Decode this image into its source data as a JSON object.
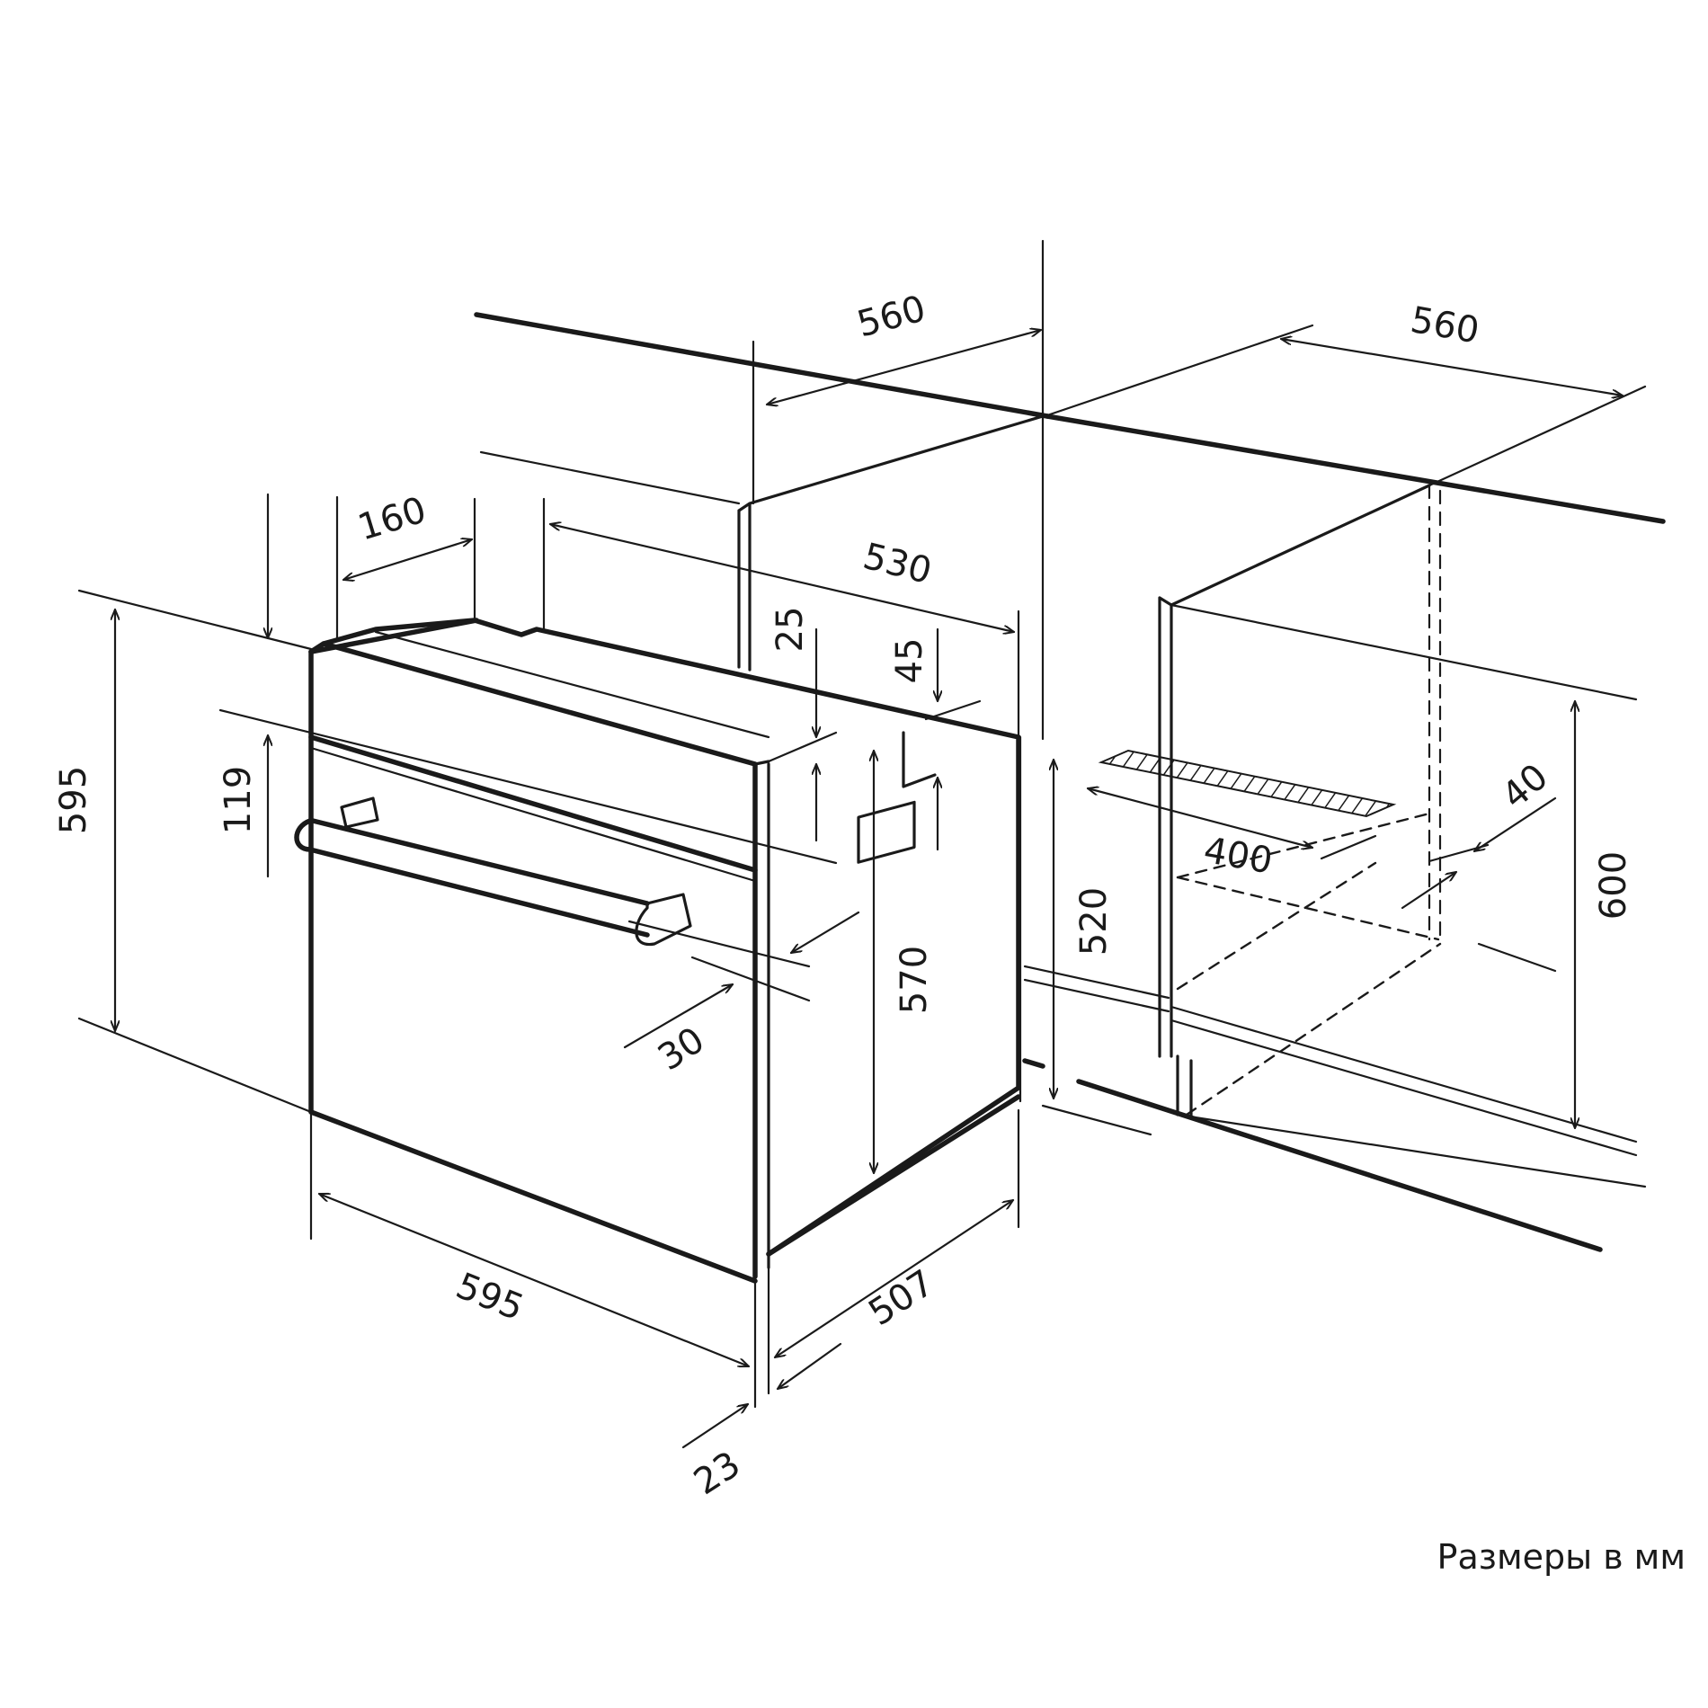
{
  "dimensions": {
    "niche_depth_upper": "560",
    "niche_width_upper": "560",
    "rear_offset": "160",
    "top_depth": "530",
    "top_offset": "25",
    "side_step": "45",
    "panel_height": "119",
    "overall_height": "595",
    "handle_projection": "30",
    "body_height": "570",
    "niche_opening_height": "520",
    "niche_height": "600",
    "vent_length": "400",
    "vent_depth": "40",
    "front_width": "595",
    "body_depth": "507",
    "door_thickness": "23"
  },
  "caption": "Размеры в мм"
}
